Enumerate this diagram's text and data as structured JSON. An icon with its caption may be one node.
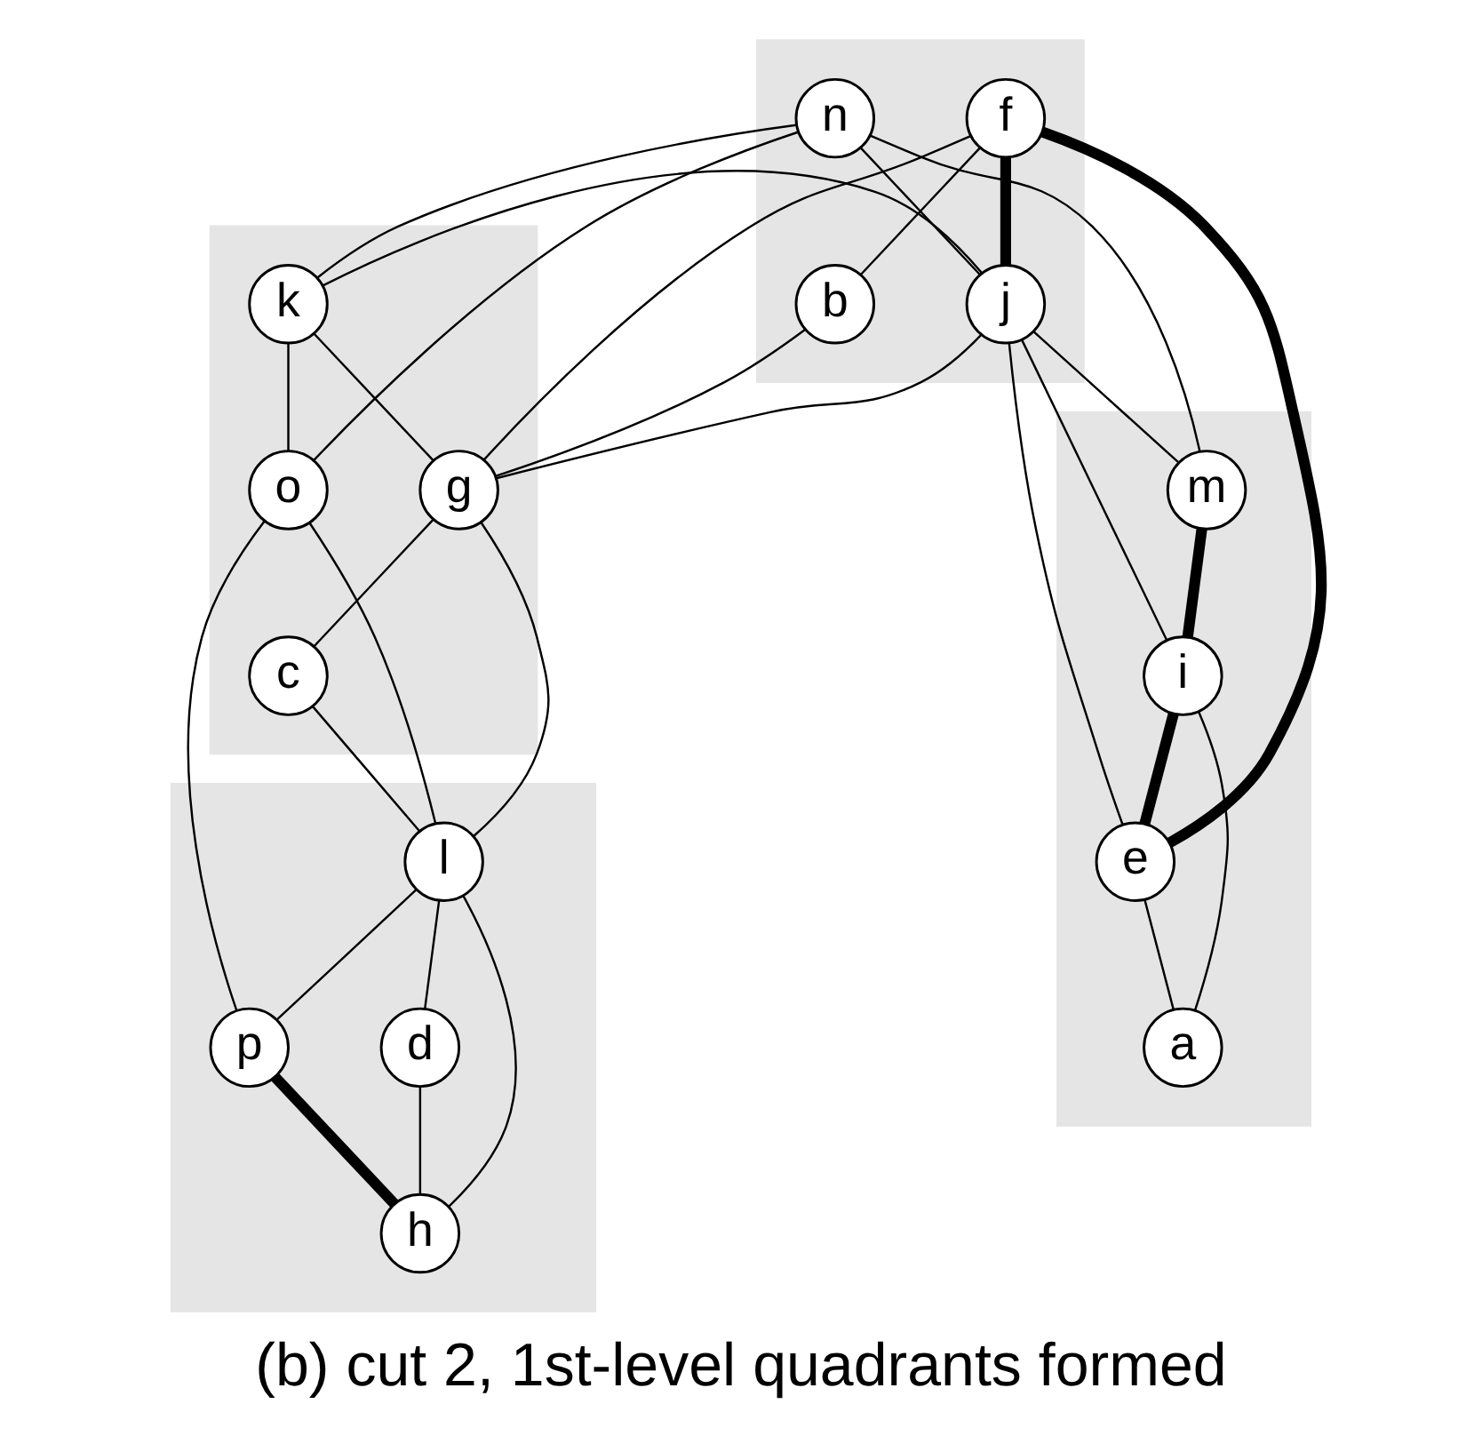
{
  "diagram": {
    "caption": "(b) cut 2, 1st-level quadrants formed",
    "nodes": [
      {
        "text": [],
        "shape": "box"
      },
      {
        "text": [
          "n"
        ],
        "in": 0
      },
      {
        "text": [
          "f"
        ],
        "in": 0
      },
      {
        "text": [
          "j"
        ],
        "in": 0
      },
      {
        "text": [
          "b"
        ],
        "in": 0
      },
      {
        "text": [],
        "shape": "box"
      },
      {
        "text": [
          "k"
        ],
        "in": 5
      },
      {
        "text": [
          "g"
        ],
        "in": 5
      },
      {
        "text": [
          "o"
        ],
        "in": 5
      },
      {
        "text": [
          "c"
        ],
        "in": 5
      },
      {
        "text": [],
        "shape": "box"
      },
      {
        "text": [
          "m"
        ],
        "in": 10
      },
      {
        "text": [
          "e"
        ],
        "in": 10
      },
      {
        "text": [
          "i"
        ],
        "in": 10
      },
      {
        "text": [
          "a"
        ],
        "in": 10
      },
      {
        "text": [],
        "shape": "box"
      },
      {
        "text": [
          "l"
        ],
        "in": 15
      },
      {
        "text": [
          "p"
        ],
        "in": 15
      },
      {
        "text": [
          "d"
        ],
        "in": 15
      },
      {
        "text": [
          "h"
        ],
        "in": 15
      }
    ],
    "edges": [
      {
        "from": 1,
        "to": 6,
        "arrow": "none"
      },
      {
        "from": 1,
        "to": 3,
        "arrow": "none"
      },
      {
        "from": 1,
        "to": 8,
        "arrow": "none"
      },
      {
        "from": 1,
        "to": 11,
        "arrow": "none"
      },
      {
        "from": 6,
        "to": 3,
        "arrow": "none"
      },
      {
        "from": 6,
        "to": 7,
        "arrow": "none"
      },
      {
        "from": 6,
        "to": 8,
        "arrow": "none"
      },
      {
        "from": 2,
        "to": 3,
        "arrow": "none",
        "style": "thick"
      },
      {
        "from": 2,
        "to": 12,
        "arrow": "none",
        "style": "thick"
      },
      {
        "from": 2,
        "to": 7,
        "arrow": "none"
      },
      {
        "from": 2,
        "to": 4,
        "arrow": "none"
      },
      {
        "from": 3,
        "to": 7,
        "arrow": "none"
      },
      {
        "from": 4,
        "to": 7,
        "arrow": "none"
      },
      {
        "from": 7,
        "to": 9,
        "arrow": "none"
      },
      {
        "from": 7,
        "to": 16,
        "arrow": "none"
      },
      {
        "from": 9,
        "to": 16,
        "arrow": "none"
      },
      {
        "from": 8,
        "to": 16,
        "arrow": "none"
      },
      {
        "from": 8,
        "to": 17,
        "arrow": "none"
      },
      {
        "from": 3,
        "to": 11,
        "arrow": "none"
      },
      {
        "from": 3,
        "to": 13,
        "arrow": "none"
      },
      {
        "from": 3,
        "to": 12,
        "arrow": "none"
      },
      {
        "from": 11,
        "to": 13,
        "arrow": "none",
        "style": "thick"
      },
      {
        "from": 13,
        "to": 12,
        "arrow": "none",
        "style": "thick"
      },
      {
        "from": 13,
        "to": 14,
        "arrow": "none"
      },
      {
        "from": 12,
        "to": 14,
        "arrow": "none"
      },
      {
        "from": 16,
        "to": 17,
        "arrow": "none"
      },
      {
        "from": 16,
        "to": 18,
        "arrow": "none"
      },
      {
        "from": 16,
        "to": 19,
        "arrow": "none"
      },
      {
        "from": 18,
        "to": 19,
        "arrow": "none"
      },
      {
        "from": 17,
        "to": 19,
        "arrow": "none",
        "style": "thick"
      }
    ]
  }
}
